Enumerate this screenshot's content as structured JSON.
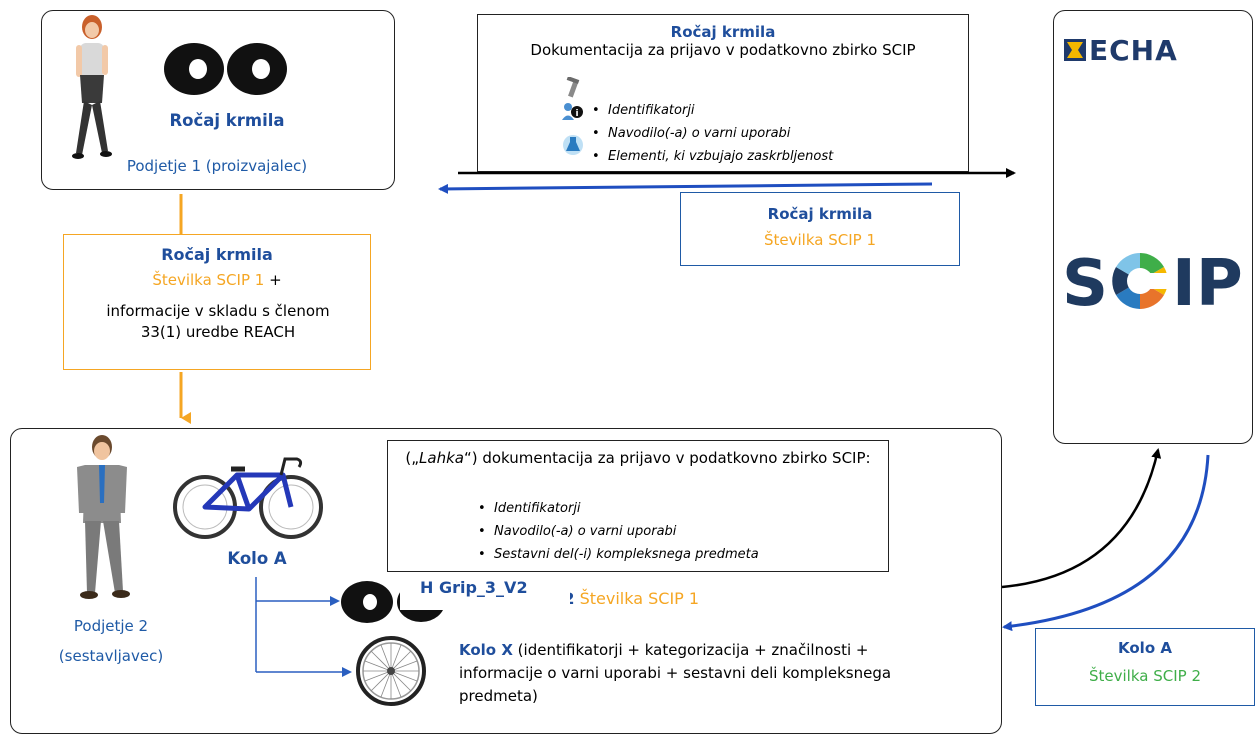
{
  "company1": {
    "product": "Ročaj krmila",
    "name": "Podjetje 1 (proizvajalec)"
  },
  "dossier1": {
    "title": "Ročaj krmila",
    "subtitle": "Dokumentacija za prijavo v podatkovno zbirko SCIP",
    "items": [
      "Identifikatorji",
      "Navodilo(-a) o varni uporabi",
      "Elementi, ki vzbujajo zaskrbljenost"
    ]
  },
  "response1": {
    "title": "Ročaj krmila",
    "number": "Številka SCIP 1"
  },
  "supply": {
    "title": "Ročaj krmila",
    "number": "Številka SCIP 1",
    "plus": " +",
    "text": "informacije v skladu s členom 33(1) uredbe REACH"
  },
  "echa": {
    "logo_text": "ECHA",
    "scip_logo": "SCIP"
  },
  "company2": {
    "name_line1": "Podjetje 2",
    "name_line2": "(sestavljavec)",
    "product": "Kolo A"
  },
  "dossier2": {
    "open_quote": "(„",
    "light": "Lahka",
    "rest": "“) dokumentacija za prijavo v podatkovno zbirko SCIP:",
    "items": [
      "Identifikatorji",
      "Navodilo(-a) o varni uporabi",
      "Sestavni del(-i) kompleksnega predmeta"
    ]
  },
  "component_grip": {
    "tooltip": "H Grip_3_V2",
    "partial": "V2",
    "number": "Številka SCIP 1"
  },
  "component_wheel": {
    "name": "Kolo X",
    "text": " (identifikatorji + kategorizacija + značilnosti + informacije o varni uporabi + sestavni deli kompleksnega predmeta)"
  },
  "response2": {
    "title": "Kolo A",
    "number": "Številka SCIP 2"
  },
  "colors": {
    "accent_blue": "#1f5aa6",
    "scip_number_orange": "#f5a623",
    "scip_number_green": "#3fae49",
    "echa_yellow": "#f5b800"
  }
}
